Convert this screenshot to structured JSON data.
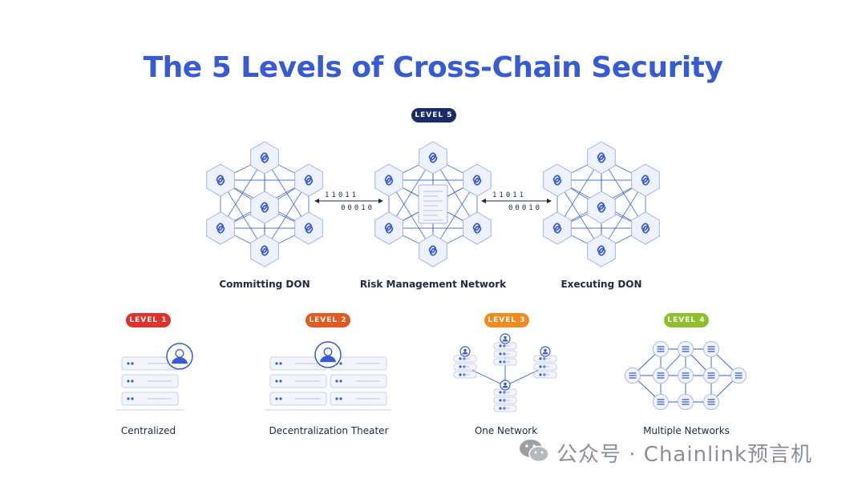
{
  "title": "The 5 Levels of Cross-Chain Security",
  "levels": {
    "level5": {
      "badge": "LEVEL 5",
      "color": "#1a2b6b"
    },
    "level1": {
      "badge": "LEVEL 1",
      "color": "#e0312d",
      "label": "Centralized"
    },
    "level2": {
      "badge": "LEVEL 2",
      "color": "#e35a1e",
      "label": "Decentralization Theater"
    },
    "level3": {
      "badge": "LEVEL 3",
      "color": "#ef8c1d",
      "label": "One Network"
    },
    "level4": {
      "badge": "LEVEL 4",
      "color": "#8fc02c",
      "label": "Multiple Networks"
    }
  },
  "networks": {
    "committing": "Committing DON",
    "risk": "Risk Management Network",
    "executing": "Executing DON"
  },
  "bits": {
    "upper": "11011",
    "lower": "00010"
  },
  "watermark": "公众号 · Chainlink预言机",
  "colors": {
    "accent": "#375bd2",
    "hex_fill": "#eef2fd",
    "hex_stroke": "#9fb3e8",
    "line": "#375bd2"
  }
}
